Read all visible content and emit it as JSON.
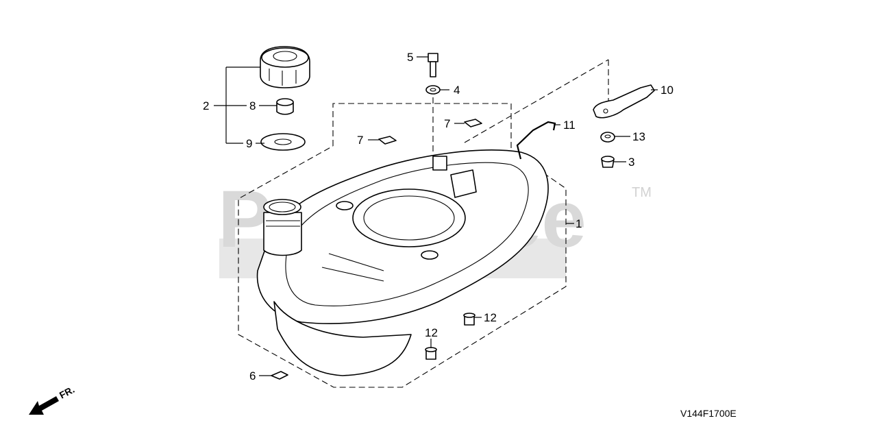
{
  "watermark": {
    "text": "PartsTree",
    "trademark": "TM"
  },
  "diagram_code": "V144F1700E",
  "direction_label": "FR.",
  "callouts": {
    "c1": "1",
    "c2": "2",
    "c3": "3",
    "c4": "4",
    "c5": "5",
    "c6": "6",
    "c7a": "7",
    "c7b": "7",
    "c8": "8",
    "c9": "9",
    "c10": "10",
    "c11": "11",
    "c12a": "12",
    "c12b": "12",
    "c13": "13"
  },
  "parts": {
    "p1": "fuel-tank",
    "p2": "fuel-cap-assembly",
    "p3": "grommet",
    "p4": "washer",
    "p5": "bolt",
    "p6": "clip",
    "p7": "pad",
    "p8": "cap-insert",
    "p9": "gasket",
    "p10": "bracket",
    "p11": "wire-clip",
    "p12": "plug",
    "p13": "collar"
  }
}
